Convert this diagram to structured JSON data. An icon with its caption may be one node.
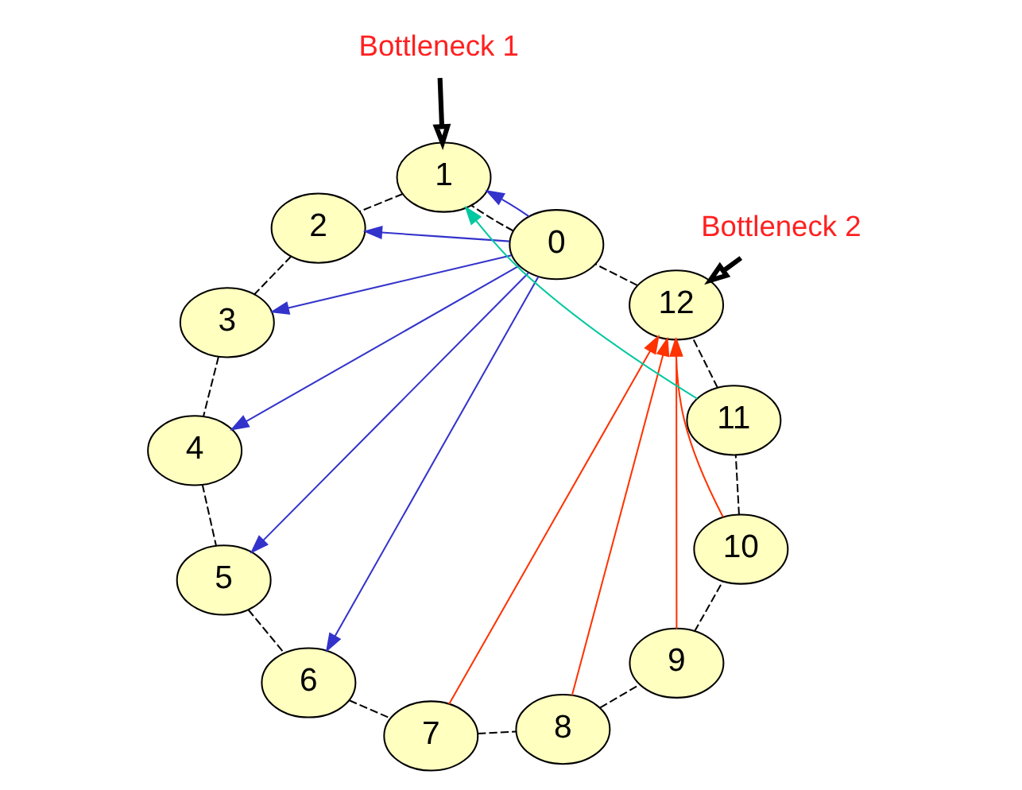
{
  "diagram": {
    "nodes": [
      {
        "text": [
          "0"
        ]
      },
      {
        "text": [
          "1"
        ]
      },
      {
        "text": [
          "2"
        ]
      },
      {
        "text": [
          "3"
        ]
      },
      {
        "text": [
          "4"
        ]
      },
      {
        "text": [
          "5"
        ]
      },
      {
        "text": [
          "6"
        ]
      },
      {
        "text": [
          "7"
        ]
      },
      {
        "text": [
          "8"
        ]
      },
      {
        "text": [
          "9"
        ]
      },
      {
        "text": [
          "10"
        ]
      },
      {
        "text": [
          "11"
        ]
      },
      {
        "text": [
          "12"
        ]
      },
      {
        "text": [
          "Bottleneck 1"
        ]
      },
      {
        "text": [
          "Bottleneck 2"
        ]
      }
    ],
    "edges": [
      {
        "from": 0,
        "to": 1,
        "arrow": "none",
        "style": "dashed"
      },
      {
        "from": 1,
        "to": 2,
        "arrow": "none",
        "style": "dashed"
      },
      {
        "from": 2,
        "to": 3,
        "arrow": "none",
        "style": "dashed"
      },
      {
        "from": 3,
        "to": 4,
        "arrow": "none",
        "style": "dashed"
      },
      {
        "from": 4,
        "to": 5,
        "arrow": "none",
        "style": "dashed"
      },
      {
        "from": 5,
        "to": 6,
        "arrow": "none",
        "style": "dashed"
      },
      {
        "from": 6,
        "to": 7,
        "arrow": "none",
        "style": "dashed"
      },
      {
        "from": 7,
        "to": 8,
        "arrow": "none",
        "style": "dashed"
      },
      {
        "from": 8,
        "to": 9,
        "arrow": "none",
        "style": "dashed"
      },
      {
        "from": 9,
        "to": 10,
        "arrow": "none",
        "style": "dashed"
      },
      {
        "from": 10,
        "to": 11,
        "arrow": "none",
        "style": "dashed"
      },
      {
        "from": 11,
        "to": 12,
        "arrow": "none",
        "style": "dashed"
      },
      {
        "from": 12,
        "to": 0,
        "arrow": "none",
        "style": "dashed"
      },
      {
        "from": 0,
        "to": 1,
        "arrow": "to",
        "color": "#3333cc"
      },
      {
        "from": 0,
        "to": 2,
        "arrow": "to",
        "color": "#3333cc"
      },
      {
        "from": 0,
        "to": 3,
        "arrow": "to",
        "color": "#3333cc"
      },
      {
        "from": 0,
        "to": 4,
        "arrow": "to",
        "color": "#3333cc"
      },
      {
        "from": 0,
        "to": 5,
        "arrow": "to",
        "color": "#3333cc"
      },
      {
        "from": 0,
        "to": 6,
        "arrow": "to",
        "color": "#3333cc"
      },
      {
        "from": 11,
        "to": 1,
        "arrow": "to",
        "color": "#00c8a0"
      },
      {
        "from": 10,
        "to": 12,
        "arrow": "to",
        "color": "#ff3300"
      },
      {
        "from": 9,
        "to": 12,
        "arrow": "to",
        "color": "#ff3300"
      },
      {
        "from": 8,
        "to": 12,
        "arrow": "to",
        "color": "#ff3300"
      },
      {
        "from": 7,
        "to": 12,
        "arrow": "to",
        "color": "#ff3300"
      },
      {
        "from": 13,
        "to": 1,
        "arrow": "to",
        "style": "thick"
      },
      {
        "from": 14,
        "to": 12,
        "arrow": "to",
        "style": "thick"
      }
    ]
  }
}
